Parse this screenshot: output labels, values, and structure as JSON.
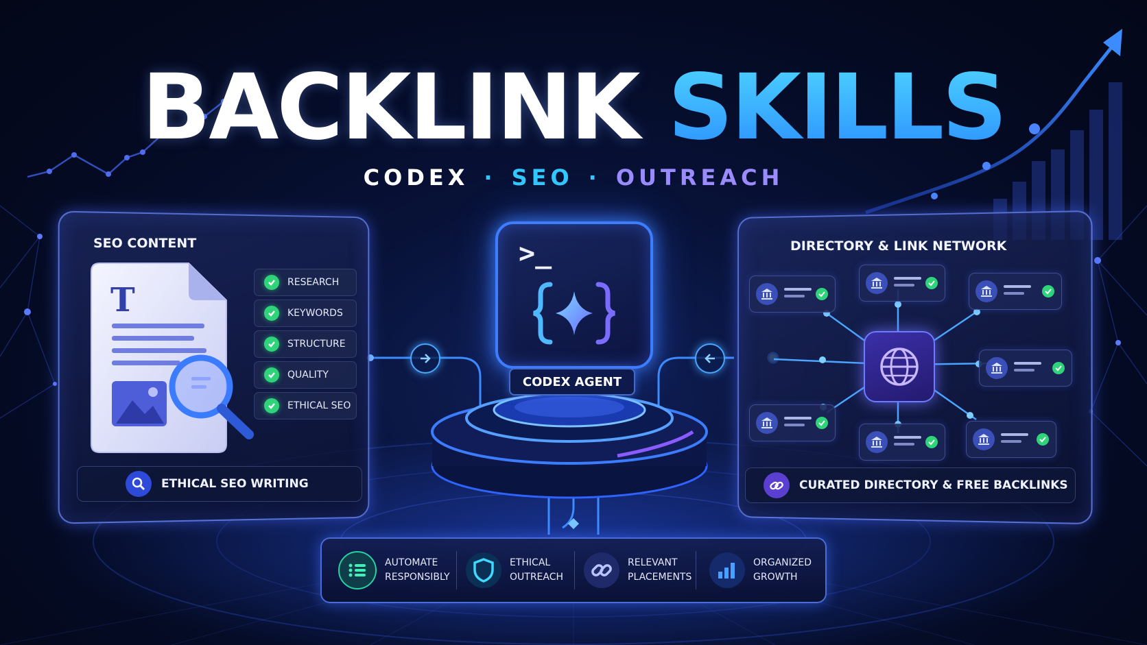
{
  "title": {
    "word1": "BACKLINK",
    "word2": "SKILLS"
  },
  "subtitle": {
    "part1": "CODEX",
    "part2": "SEO",
    "part3": "OUTREACH",
    "separator": "·"
  },
  "left_panel": {
    "title": "SEO CONTENT",
    "checklist": [
      "RESEARCH",
      "KEYWORDS",
      "STRUCTURE",
      "QUALITY",
      "ETHICAL SEO"
    ],
    "footer": "ETHICAL SEO WRITING",
    "doc_letter": "T"
  },
  "center": {
    "label": "CODEX AGENT",
    "prompt_glyph": ">_"
  },
  "right_panel": {
    "title": "DIRECTORY & LINK NETWORK",
    "footer": "CURATED DIRECTORY & FREE BACKLINKS"
  },
  "features": [
    {
      "line1": "AUTOMATE",
      "line2": "RESPONSIBLY",
      "icon": "list-icon"
    },
    {
      "line1": "ETHICAL",
      "line2": "OUTREACH",
      "icon": "shield-icon"
    },
    {
      "line1": "RELEVANT",
      "line2": "PLACEMENTS",
      "icon": "link-icon"
    },
    {
      "line1": "ORGANIZED",
      "line2": "GROWTH",
      "icon": "bar-chart-icon"
    }
  ],
  "colors": {
    "accent_blue": "#2a8dff",
    "accent_cyan": "#33c7ff",
    "accent_purple": "#9a8cff",
    "check_green": "#2fd37a",
    "background": "#050b24"
  }
}
